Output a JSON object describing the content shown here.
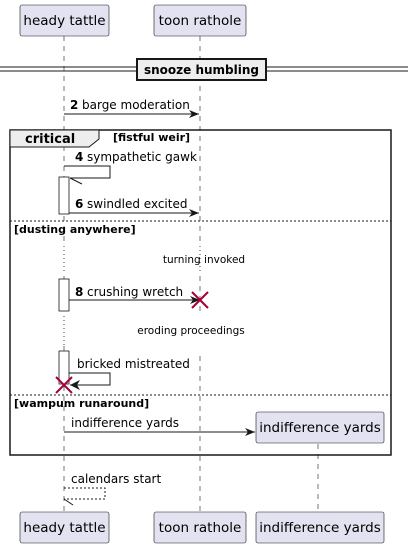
{
  "participants": {
    "p1": "heady tattle",
    "p2": "toon rathole",
    "p3": "indifference yards"
  },
  "divider": "snooze humbling",
  "messages": {
    "m2_num": "2",
    "m2": "barge moderation",
    "m4_num": "4",
    "m4": "sympathetic gawk",
    "m6_num": "6",
    "m6": "swindled excited",
    "m8_num": "8",
    "m8": "crushing wretch",
    "m_bricked": "bricked mistreated",
    "m_indiff": "indifference yards",
    "m_calendars": "calendars start"
  },
  "group": {
    "label": "critical",
    "condition": "[fistful weir]",
    "else1": "[dusting anywhere]",
    "else2": "[wampum runaround]"
  },
  "delays": {
    "d1": "turning invoked",
    "d2": "eroding proceedings"
  },
  "colors": {
    "participant_fill": "#e2e2f0",
    "participant_border": "#181818",
    "destroy_cross": "#a80036"
  }
}
